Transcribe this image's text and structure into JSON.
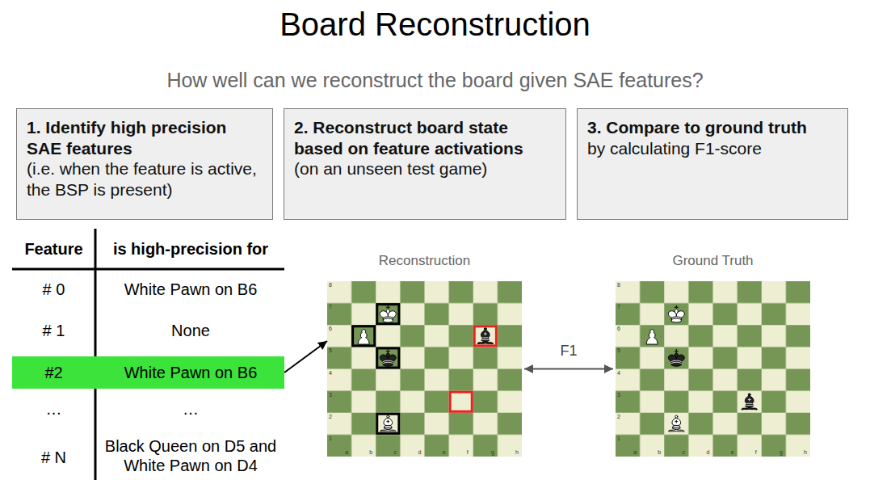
{
  "diagram": {
    "title": "Board Reconstruction",
    "nodes": [
      {
        "text": [
          "1. Identify high precision SAE features",
          "(i.e. when the feature is active, the BSP is present)"
        ]
      },
      {
        "text": [
          "2. Reconstruct board state based on feature activations",
          "(on an unseen test game)"
        ]
      },
      {
        "text": [
          "3. Compare to ground truth",
          "by calculating F1-score"
        ]
      },
      {
        "text": [
          "#2",
          "White Pawn on B6"
        ]
      },
      {
        "text": [
          "Reconstruction"
        ]
      },
      {
        "text": [
          "Ground Truth"
        ]
      }
    ],
    "edges": [
      {
        "from": 3,
        "to": 4,
        "arrow": "to"
      },
      {
        "from": 4,
        "to": 5,
        "label": "F1",
        "arrow": "both"
      }
    ],
    "labels": [
      "How well can we reconstruct the board given SAE features?",
      "Feature",
      "is high-precision for",
      "# 0",
      "White Pawn on B6",
      "# 1",
      "None",
      "…",
      "…",
      "# N",
      "Black Queen on D5 and White Pawn on D4",
      "8",
      "7",
      "6",
      "5",
      "4",
      "3",
      "2",
      "1",
      "a",
      "b",
      "c",
      "d",
      "e",
      "f",
      "g",
      "h",
      "8",
      "7",
      "6",
      "5",
      "4",
      "3",
      "2",
      "1",
      "a",
      "b",
      "c",
      "d",
      "e",
      "f",
      "g",
      "h"
    ]
  }
}
